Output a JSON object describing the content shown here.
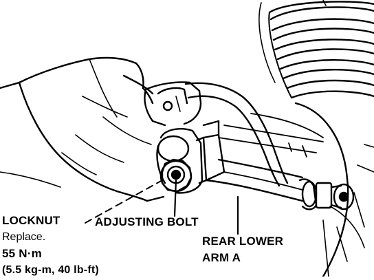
{
  "labels": {
    "locknut": "LOCKNUT",
    "replace": "Replace.",
    "torque_nm": "55 N·m",
    "torque_alt": "(5.5 kg-m, 40 lb-ft)",
    "adjusting_bolt": "ADJUSTING BOLT",
    "rear_lower_arm_line1": "REAR LOWER",
    "rear_lower_arm_line2": "ARM A"
  },
  "colors": {
    "ink": "#000000",
    "paper": "#ffffff"
  }
}
